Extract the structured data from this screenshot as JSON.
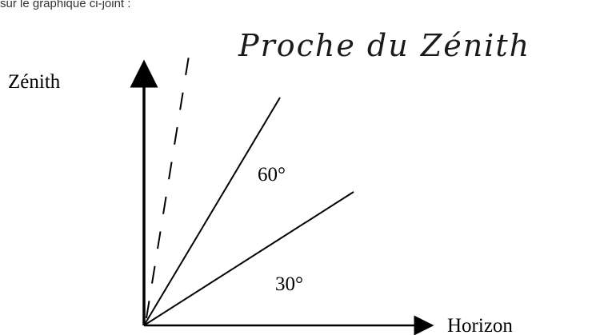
{
  "caption_partial": "sur le graphique ci-joint :",
  "handwritten_note": "Proche du Zénith",
  "labels": {
    "zenith": "Zénith",
    "horizon": "Horizon",
    "angle_60": "60°",
    "angle_30": "30°"
  },
  "colors": {
    "ink": "#000000",
    "handwriting": "#1a1a1a"
  },
  "lines": {
    "ray_60_angle_deg": 60,
    "ray_30_angle_deg": 30,
    "dashed_ray": "near zenith"
  }
}
